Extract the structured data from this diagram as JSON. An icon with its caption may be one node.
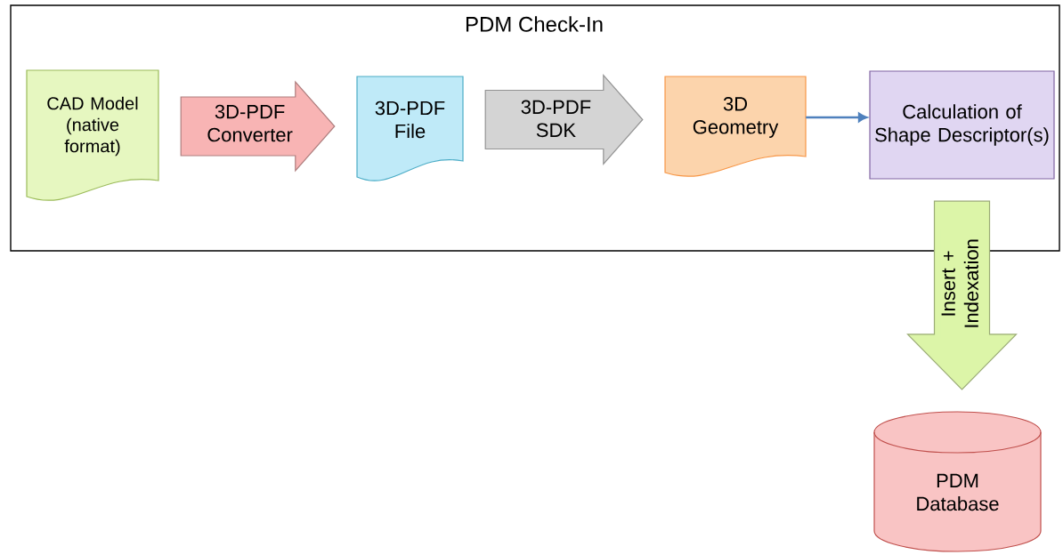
{
  "diagram": {
    "nodes": [
      {
        "text": [
          "PDM Check-In"
        ]
      },
      {
        "text": [
          "CAD Model (native format)"
        ],
        "in": 0
      },
      {
        "text": [
          "3D-PDF File"
        ],
        "in": 0
      },
      {
        "text": [
          "3D Geometry"
        ],
        "in": 0
      },
      {
        "text": [
          "Calculation of Shape Descriptor(s)"
        ],
        "in": 0
      },
      {
        "text": [
          "PDM Database"
        ]
      }
    ],
    "edges": [
      {
        "from": 1,
        "to": 2,
        "arrow": "to",
        "label": "3D-PDF Converter",
        "style": "thick",
        "color": "#f8b4b4"
      },
      {
        "from": 2,
        "to": 3,
        "arrow": "to",
        "label": "3D-PDF SDK",
        "style": "thick",
        "color": "#d4d4d4"
      },
      {
        "from": 3,
        "to": 4,
        "arrow": "to",
        "color": "#4f81bd"
      },
      {
        "from": 4,
        "to": 5,
        "arrow": "to",
        "label": "Insert + Indexation",
        "style": "thick",
        "color": "#dcf5a8"
      }
    ]
  }
}
